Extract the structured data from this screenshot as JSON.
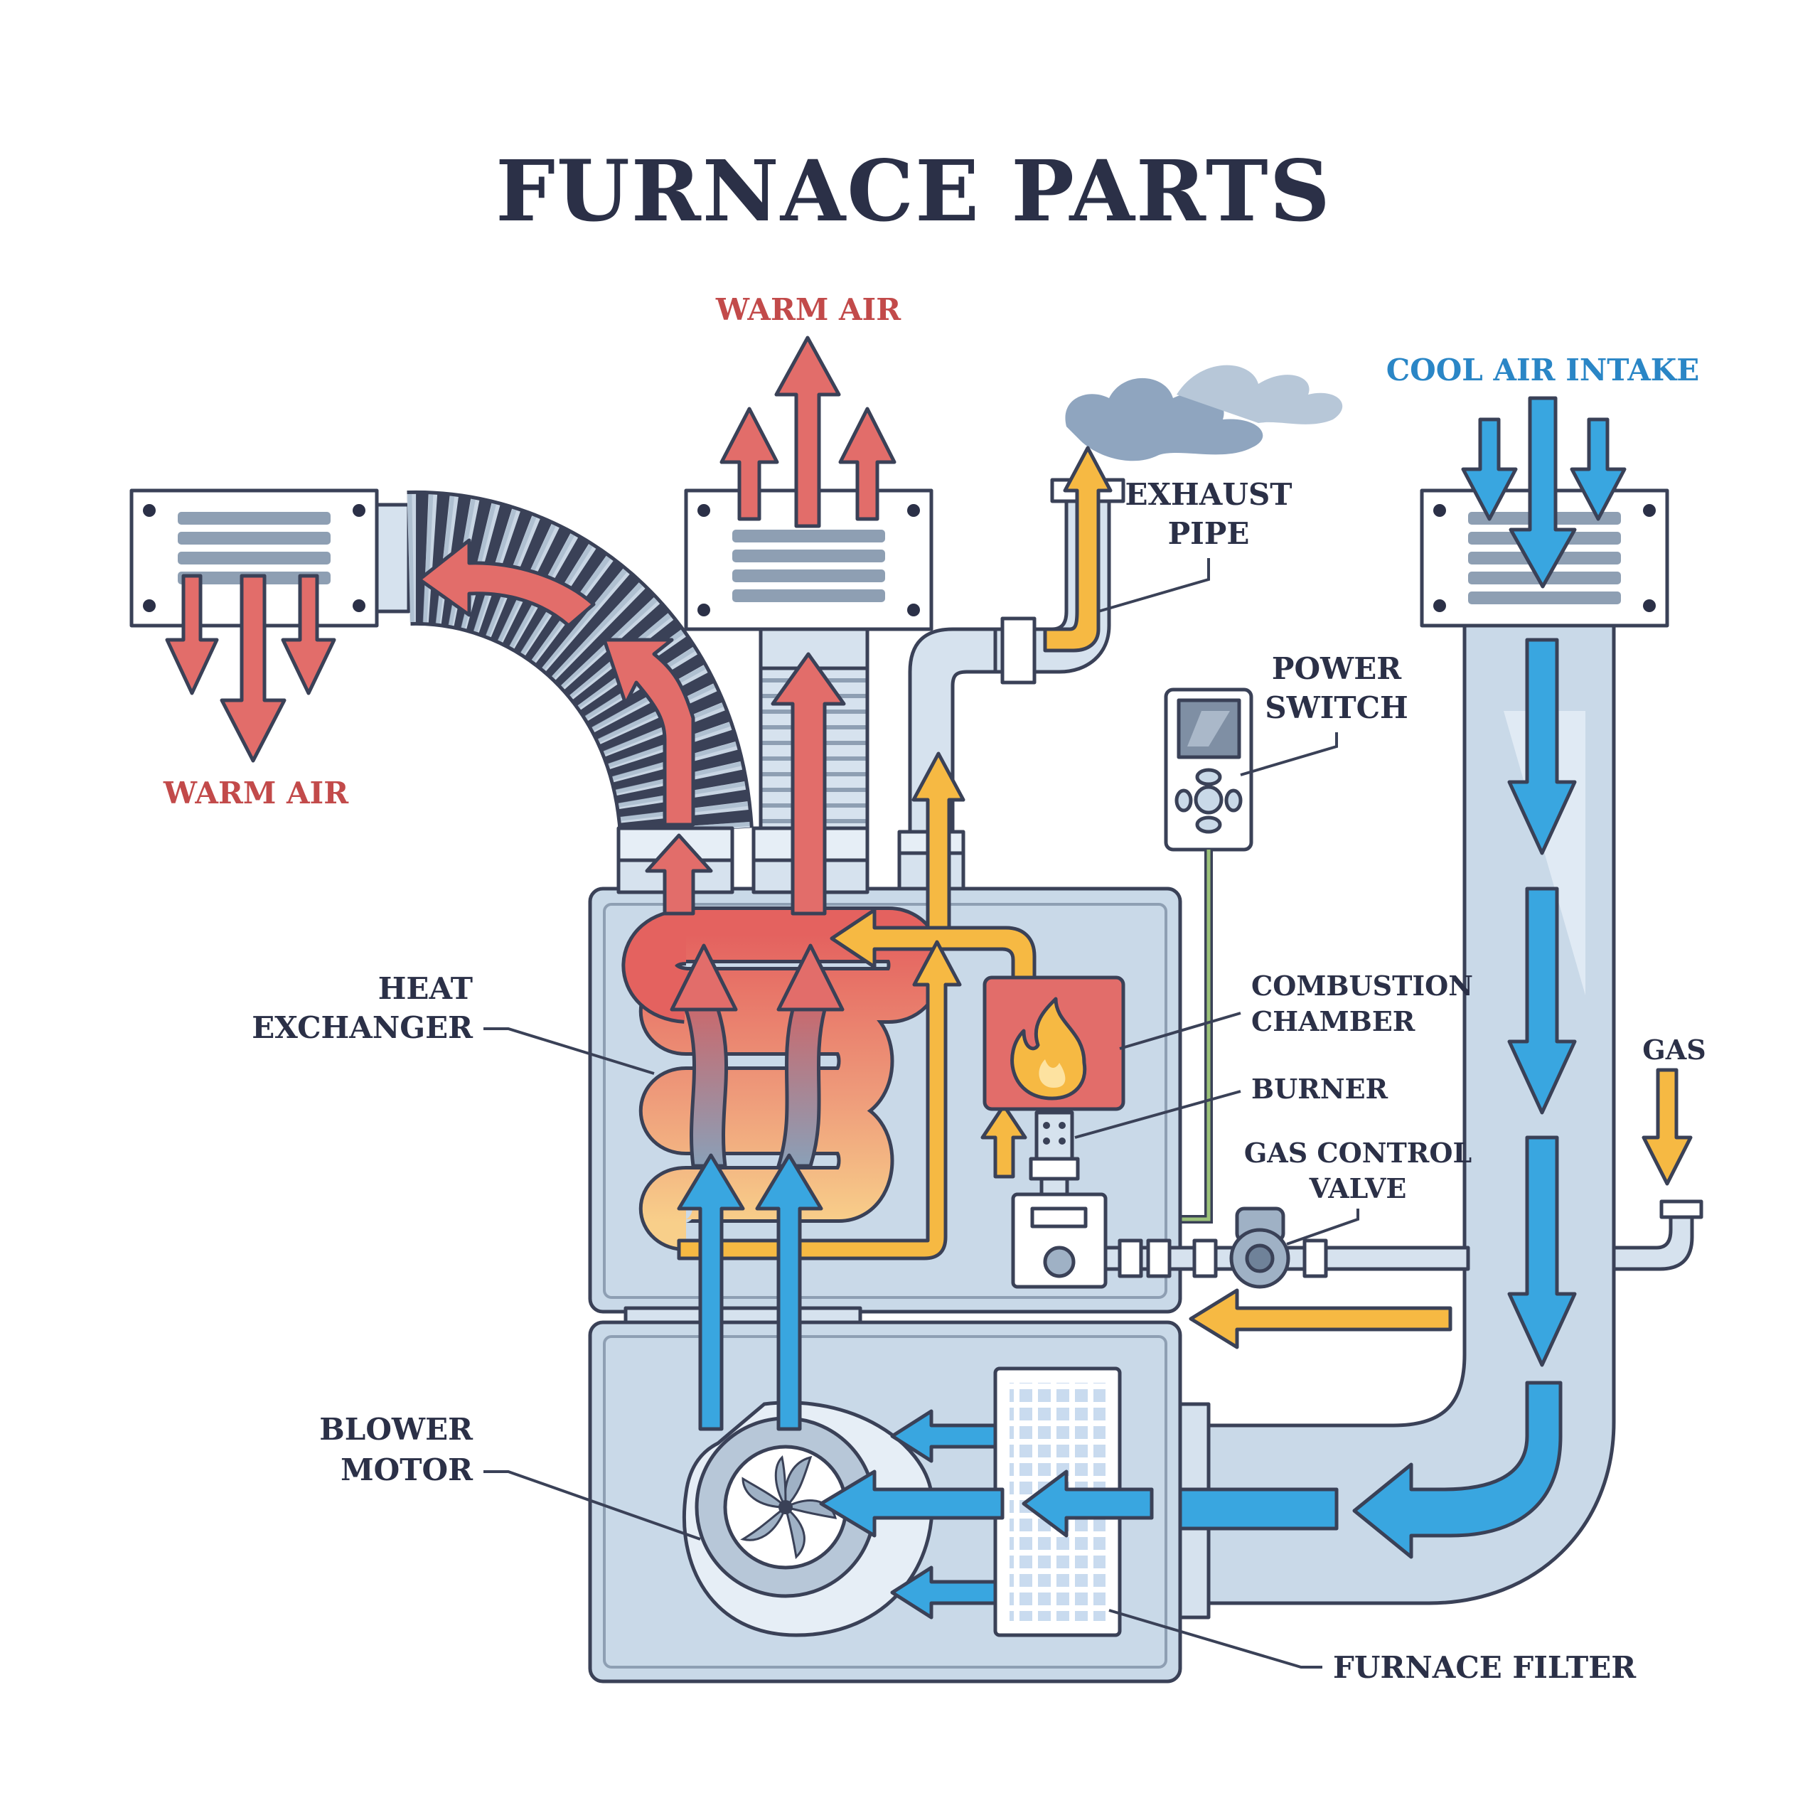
{
  "title": "FURNACE PARTS",
  "labels": {
    "warm_air_top": "WARM AIR",
    "warm_air_left": "WARM AIR",
    "cool_air_intake": "COOL AIR INTAKE",
    "exhaust_pipe_line1": "EXHAUST",
    "exhaust_pipe_line2": "PIPE",
    "power_switch_line1": "POWER",
    "power_switch_line2": "SWITCH",
    "heat_exchanger_line1": "HEAT",
    "heat_exchanger_line2": "EXCHANGER",
    "combustion_chamber_line1": "COMBUSTION",
    "combustion_chamber_line2": "CHAMBER",
    "burner": "BURNER",
    "gas": "GAS",
    "gas_control_valve_line1": "GAS CONTROL",
    "gas_control_valve_line2": "VALVE",
    "blower_motor_line1": "BLOWER",
    "blower_motor_line2": "MOTOR",
    "furnace_filter": "FURNACE FILTER"
  },
  "colors": {
    "warm_air": "#e26d6a",
    "cool_air": "#39a6e0",
    "gas_flow": "#f6b943",
    "housing": "#c9d9e8",
    "outline": "#3a4157",
    "title": "#2b3047"
  }
}
